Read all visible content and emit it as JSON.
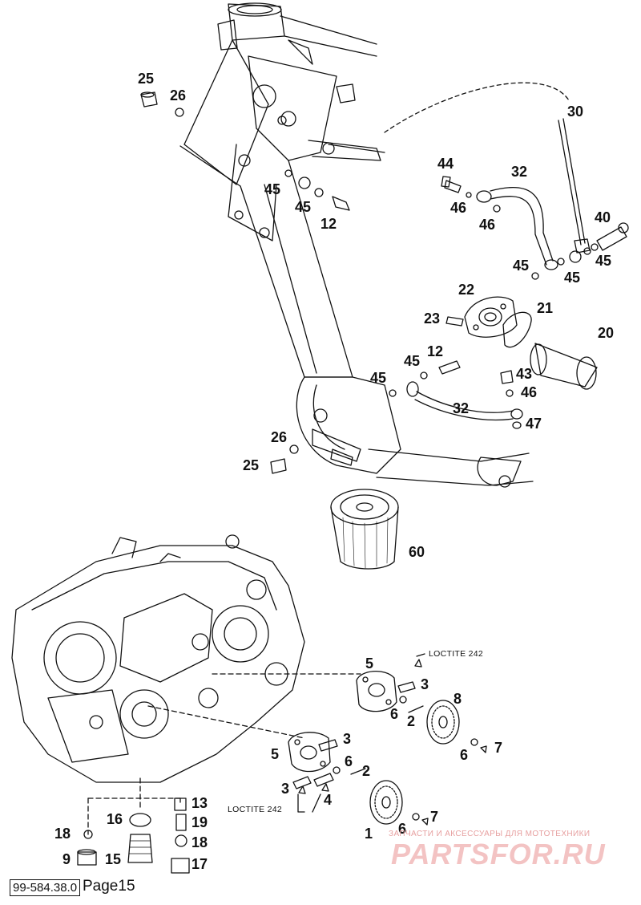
{
  "callouts": {
    "c25a": "25",
    "c26a": "26",
    "c30": "30",
    "c44": "44",
    "c32a": "32",
    "c46a": "46",
    "c46b": "46",
    "c40": "40",
    "c45a": "45",
    "c45b": "45",
    "c12a": "12",
    "c45c": "45",
    "c45d": "45",
    "c45e": "45",
    "c22": "22",
    "c21": "21",
    "c23": "23",
    "c20": "20",
    "c45f": "45",
    "c12b": "12",
    "c45g": "45",
    "c43": "43",
    "c46c": "46",
    "c32b": "32",
    "c47": "47",
    "c26b": "26",
    "c25b": "25",
    "c60": "60",
    "c5a": "5",
    "c3a": "3",
    "c8": "8",
    "c6a": "6",
    "c2a": "2",
    "c6b": "6",
    "c7a": "7",
    "c5b": "5",
    "c3b": "3",
    "c6c": "6",
    "c2b": "2",
    "c3c": "3",
    "c4": "4",
    "c1": "1",
    "c6d": "6",
    "c7b": "7",
    "c13": "13",
    "c16": "16",
    "c19": "19",
    "c18a": "18",
    "c18b": "18",
    "c9": "9",
    "c15": "15",
    "c17": "17"
  },
  "notes": {
    "loctite_top": "LOCTITE 242",
    "loctite_bottom": "LOCTITE 242"
  },
  "footer": {
    "code": "99-584.38.0",
    "page": "Page15"
  },
  "watermark": {
    "tagline": "ЗАПЧАСТИ И АКСЕССУАРЫ ДЛЯ МОТОТЕХНИКИ",
    "logo": "PARTSFOR.RU"
  },
  "colors": {
    "line": "#111111",
    "watermark": "#e06060"
  }
}
